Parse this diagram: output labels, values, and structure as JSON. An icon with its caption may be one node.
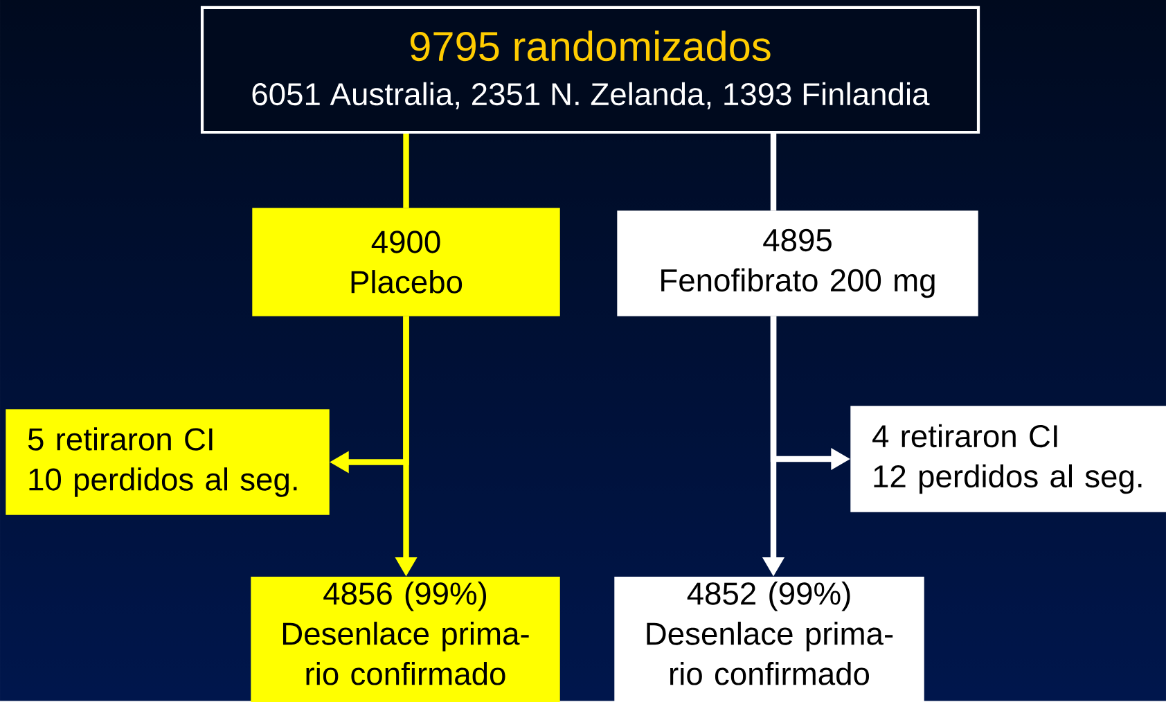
{
  "diagram": {
    "nodes": [
      {
        "text": [
          "9795 randomizados",
          "6051 Australia, 2351 N. Zelanda, 1393 Finlandia"
        ]
      },
      {
        "text": [
          "4900",
          "Placebo"
        ]
      },
      {
        "text": [
          "4895",
          "Fenofibrato 200 mg"
        ]
      },
      {
        "text": [
          "5 retiraron CI",
          "10 perdidos al seg."
        ]
      },
      {
        "text": [
          "4 retiraron CI",
          "12 perdidos al seg."
        ]
      },
      {
        "text": [
          "4856 (99%)",
          "Desenlace prima- rio confirmado"
        ]
      },
      {
        "text": [
          "4852 (99%)",
          "Desenlace prima- rio confirmado"
        ]
      }
    ],
    "edges": [
      {
        "from": 0,
        "to": 1,
        "arrow": "none",
        "color": "#ffff00"
      },
      {
        "from": 0,
        "to": 2,
        "arrow": "none",
        "color": "#ffffff"
      },
      {
        "from": 1,
        "to": 3,
        "arrow": "to",
        "color": "#ffff00"
      },
      {
        "from": 1,
        "to": 5,
        "arrow": "to",
        "color": "#ffff00"
      },
      {
        "from": 2,
        "to": 4,
        "arrow": "to",
        "color": "#ffffff"
      },
      {
        "from": 2,
        "to": 6,
        "arrow": "to",
        "color": "#ffffff"
      }
    ]
  }
}
